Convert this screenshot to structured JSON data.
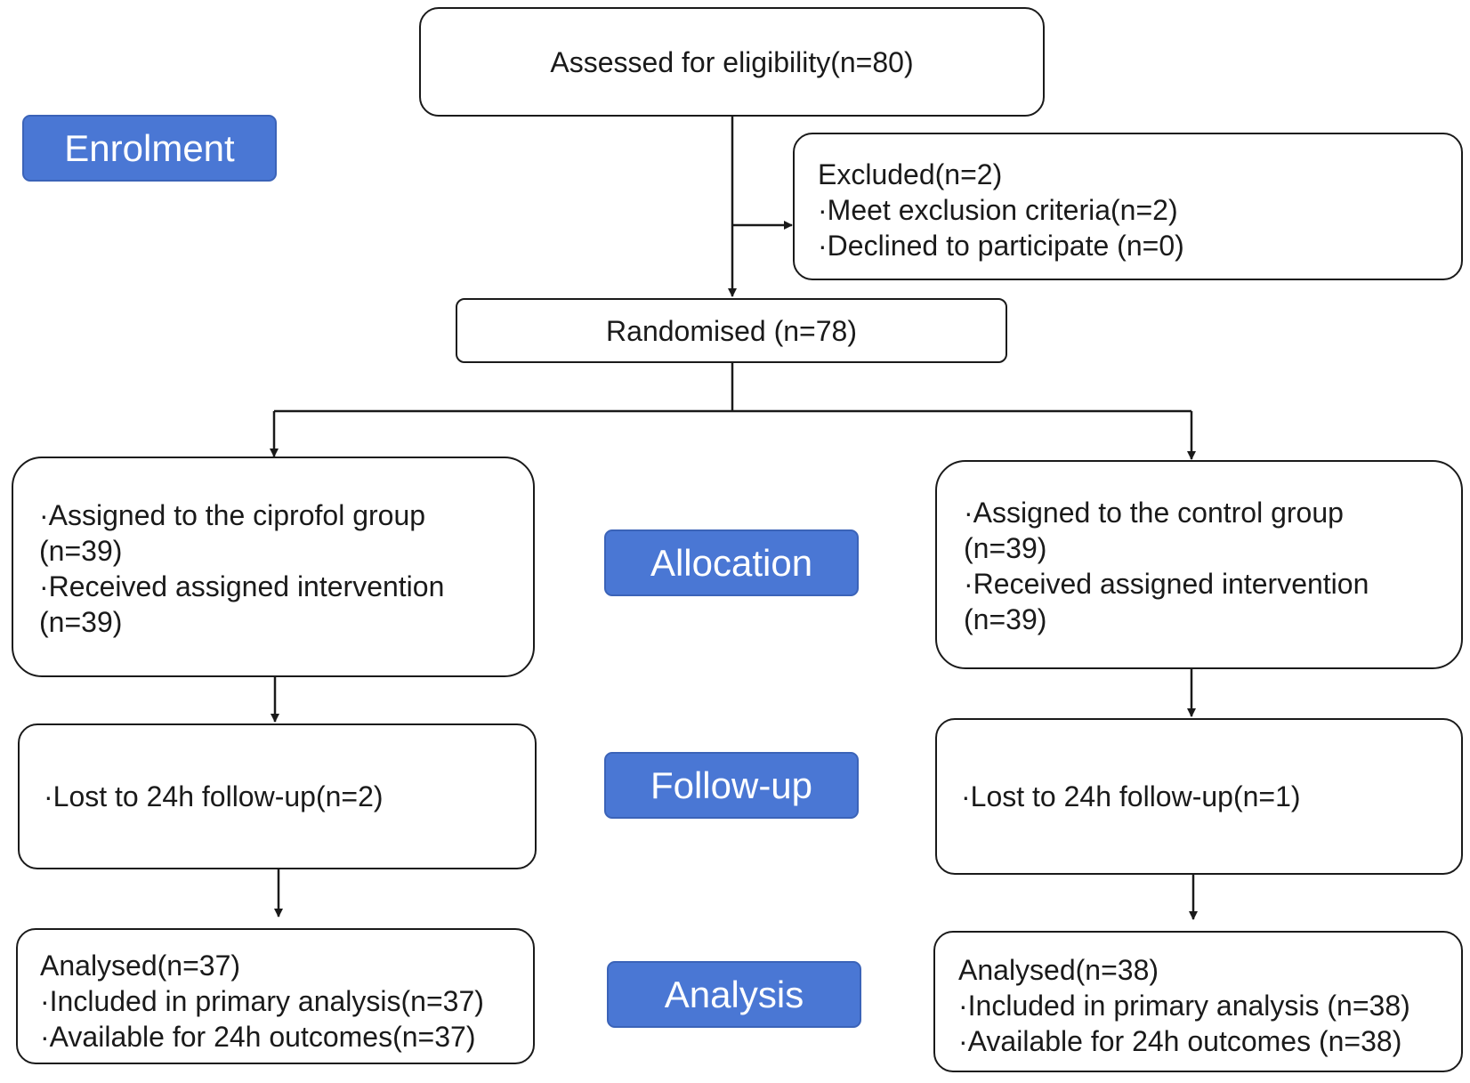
{
  "stages": {
    "enrolment": "Enrolment",
    "allocation": "Allocation",
    "follow_up": "Follow-up",
    "analysis": "Analysis"
  },
  "assessed": "Assessed for eligibility(n=80)",
  "excluded": {
    "title": "Excluded(n=2)",
    "items": [
      "·Meet exclusion criteria(n=2)",
      "·Declined to participate (n=0)"
    ]
  },
  "randomised": "Randomised (n=78)",
  "ciprofol": {
    "allocation": [
      "·Assigned to the ciprofol group",
      "(n=39)",
      "·Received assigned intervention",
      "(n=39)"
    ],
    "follow_up": "·Lost to 24h follow-up(n=2)",
    "analysis": {
      "title": "Analysed(n=37)",
      "items": [
        "·Included in primary analysis(n=37)",
        "·Available for 24h outcomes(n=37)"
      ]
    }
  },
  "control": {
    "allocation": [
      "·Assigned to the control group",
      "(n=39)",
      "·Received assigned intervention",
      "(n=39)"
    ],
    "follow_up": "·Lost to 24h follow-up(n=1)",
    "analysis": {
      "title": "Analysed(n=38)",
      "items": [
        "·Included in primary analysis (n=38)",
        "·Available for 24h outcomes (n=38)"
      ]
    }
  }
}
